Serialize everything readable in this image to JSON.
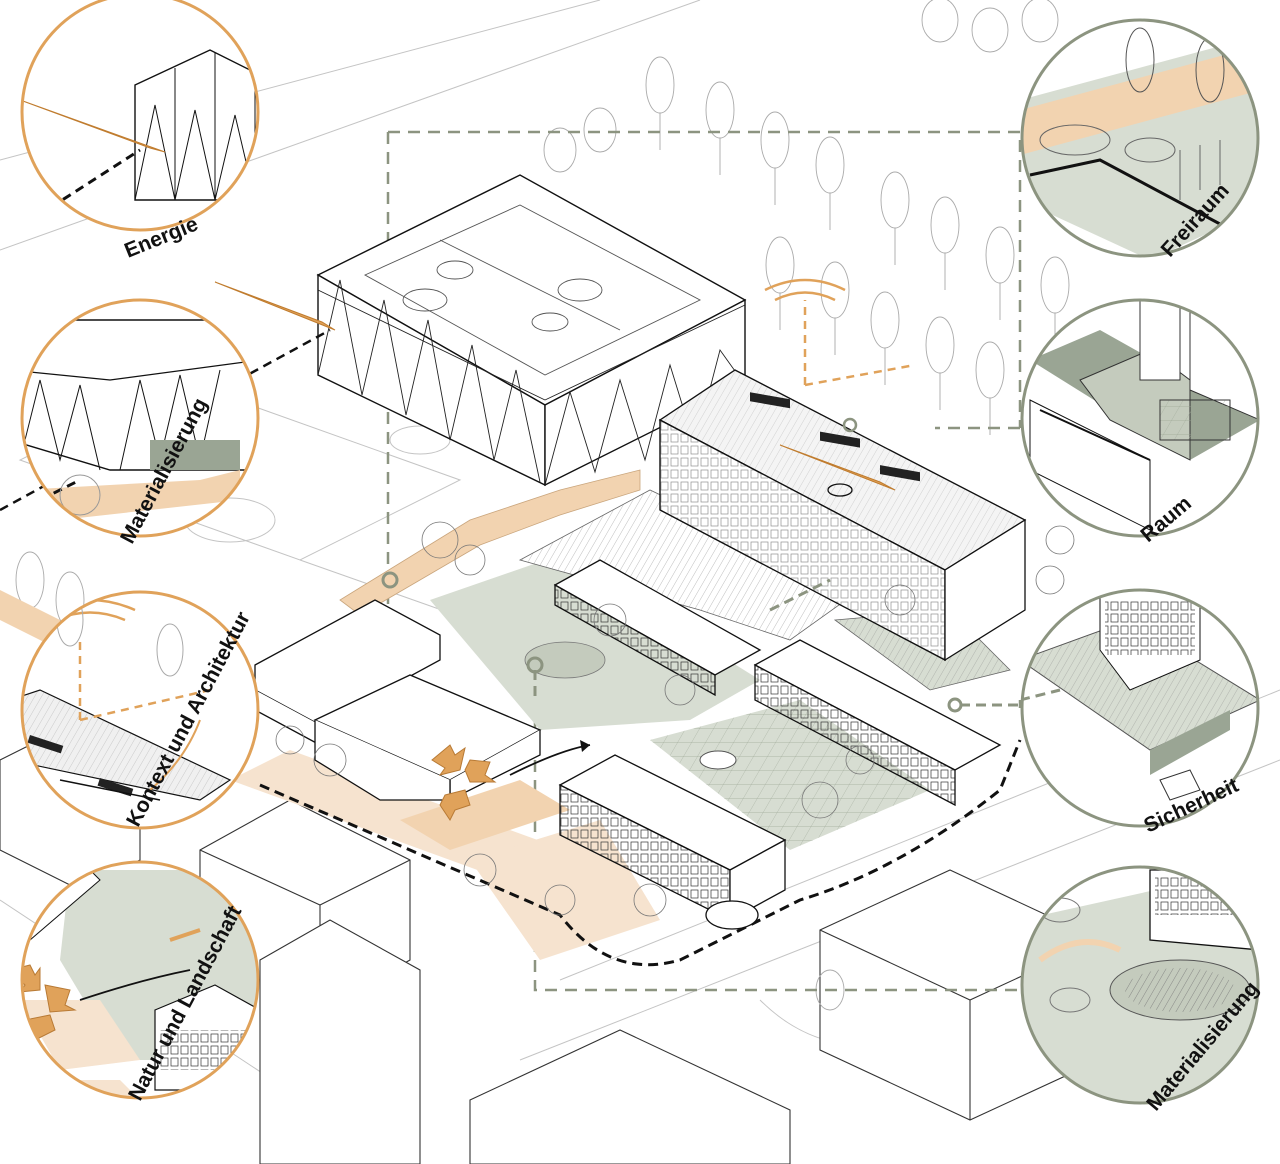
{
  "labels": {
    "energie": "Energie",
    "materialisierung_left": "Materialisierung",
    "kontext": "Kontext und Architektur",
    "natur": "Natur und Landschaft",
    "freiraum": "Freiraum",
    "raum": "Raum",
    "sicherheit": "Sicherheit",
    "materialisierung_right": "Materialisierung"
  },
  "colors": {
    "orange_accent": "#e0a25a",
    "orange_fill": "#f2d3b0",
    "orange_light": "#f6e3cf",
    "green_accent": "#8c9480",
    "green_fill": "#d7ddd2",
    "green_dark": "#9aa594",
    "line": "#222222",
    "light_line": "#b9b9b9"
  }
}
